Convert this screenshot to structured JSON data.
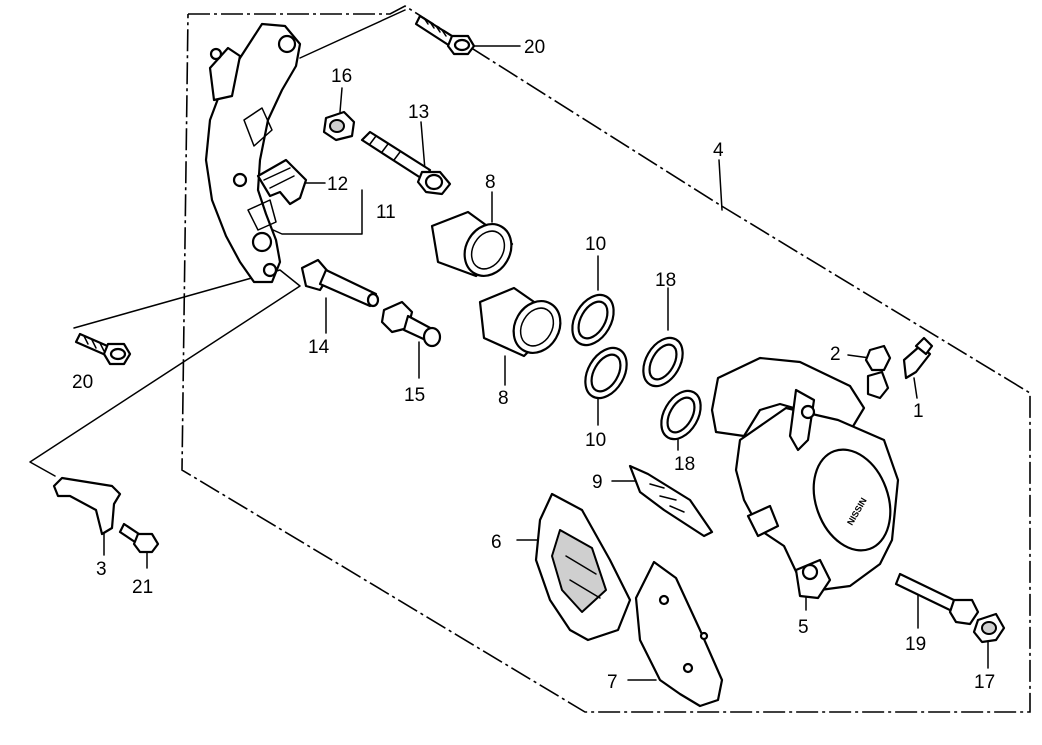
{
  "callouts": [
    {
      "id": "c1",
      "label": "1"
    },
    {
      "id": "c2",
      "label": "2"
    },
    {
      "id": "c3",
      "label": "3"
    },
    {
      "id": "c4",
      "label": "4"
    },
    {
      "id": "c5",
      "label": "5"
    },
    {
      "id": "c6",
      "label": "6"
    },
    {
      "id": "c7",
      "label": "7"
    },
    {
      "id": "c8a",
      "label": "8"
    },
    {
      "id": "c8b",
      "label": "8"
    },
    {
      "id": "c9",
      "label": "9"
    },
    {
      "id": "c10a",
      "label": "10"
    },
    {
      "id": "c10b",
      "label": "10"
    },
    {
      "id": "c11",
      "label": "11"
    },
    {
      "id": "c12",
      "label": "12"
    },
    {
      "id": "c13",
      "label": "13"
    },
    {
      "id": "c14",
      "label": "14"
    },
    {
      "id": "c15",
      "label": "15"
    },
    {
      "id": "c16",
      "label": "16"
    },
    {
      "id": "c17",
      "label": "17"
    },
    {
      "id": "c18a",
      "label": "18"
    },
    {
      "id": "c18b",
      "label": "18"
    },
    {
      "id": "c19",
      "label": "19"
    },
    {
      "id": "c20a",
      "label": "20"
    },
    {
      "id": "c20b",
      "label": "20"
    },
    {
      "id": "c21",
      "label": "21"
    }
  ],
  "caliper_brand": "NISSIN",
  "colors": {
    "ink": "#000000",
    "paper": "#ffffff",
    "shade": "#cfcfcf"
  }
}
